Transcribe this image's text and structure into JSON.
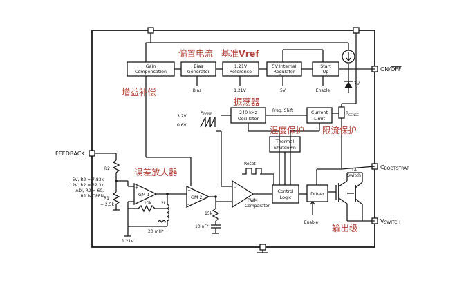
{
  "blocks": {
    "gain_comp": [
      "Gain",
      "Compensation"
    ],
    "bias_gen": [
      "Bias",
      "Generator"
    ],
    "ref": [
      "1.21V",
      "Reference"
    ],
    "regulator": [
      "5V Internal",
      "Regulator"
    ],
    "startup": [
      "Start",
      "Up"
    ],
    "oscillator": [
      "240 kHz",
      "Oscillator"
    ],
    "current_limit": [
      "Current",
      "Limit"
    ],
    "thermal": [
      "Thermal",
      "Shutdown"
    ],
    "control_logic": [
      "Control",
      "Logic"
    ],
    "driver": "Driver"
  },
  "labels": {
    "bias": "Bias",
    "v121": "1.21V",
    "v5": "5V",
    "enable_top": "Enable",
    "enable_bottom": "Enable",
    "v7": "7V",
    "v32": "3.2V",
    "v06": "0.6V",
    "vramp": "V",
    "vramp_sub": "RAMP",
    "freq_shift": "Freq. Shift",
    "rsense": "R",
    "rsense_sub": "SENSE",
    "reset": "Reset",
    "gm1": "GM 1",
    "gm2": "GM 2",
    "pwm": [
      "PWM",
      "Comparator"
    ],
    "r2": "R2",
    "r1": "R1",
    "r1_val": "= 2.5k",
    "r10k": "10k",
    "r15k": "15k",
    "r2l": "2L",
    "l20mh": "20 mH*",
    "c10nf": "10 nF*",
    "v121_bottom": "1.21V",
    "switch_label": [
      "1A",
      "Switch"
    ],
    "plus": "+",
    "minus": "-",
    "feedback_table": [
      "5V, R2 = 7.83k",
      "12V, R2 = 22.3k",
      "ADJ, R2 = 60,",
      "R1 is OPEN"
    ]
  },
  "pins": {
    "feedback": "FEEDBACK",
    "on_off": "ON/",
    "on_off_bar": "OFF",
    "cboot": "C",
    "cboot_sub": "BOOTSTRAP",
    "vswitch": "V",
    "vswitch_sub": "SWITCH"
  },
  "annotations": {
    "bias_current": "偏置电流",
    "vref_cn": "基准",
    "vref_en": "Vref",
    "gain_comp_cn": "增益补偿",
    "oscillator_cn": "振荡器",
    "thermal_cn": "温度保护",
    "current_limit_cn": "限流保护",
    "error_amp_cn": "误差放大器",
    "output_stage_cn": "输出级"
  }
}
